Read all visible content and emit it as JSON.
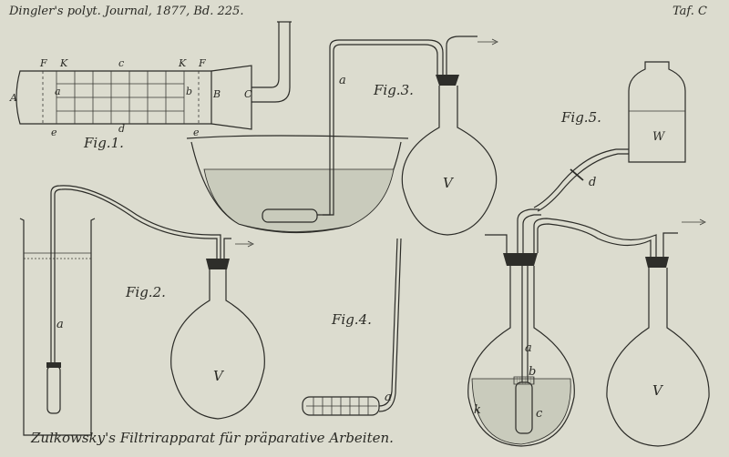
{
  "header": {
    "left": "Dingler's polyt. Journal, 1877, Bd. 225.",
    "right": "Taf. C"
  },
  "caption": "Zulkowsky's Filtrirapparat für präparative Arbeiten.",
  "fig1": {
    "title": "Fig.1.",
    "labels": [
      "A",
      "F",
      "K",
      "c",
      "K",
      "F",
      "B",
      "C",
      "a",
      "b",
      "e",
      "d",
      "e"
    ]
  },
  "fig2": {
    "title": "Fig.2.",
    "tube_label": "a",
    "flask_label": "V"
  },
  "fig3": {
    "title": "Fig.3.",
    "tube_label": "a",
    "flask_label": "V"
  },
  "fig4": {
    "title": "Fig.4.",
    "tube_label": "a"
  },
  "fig5": {
    "title": "Fig.5.",
    "reservoir_label": "W",
    "tube_label": "d",
    "inner_tube_label": "a",
    "stopper_label": "b",
    "liquid_label": "k",
    "filter_label": "c",
    "flask_label": "V"
  }
}
